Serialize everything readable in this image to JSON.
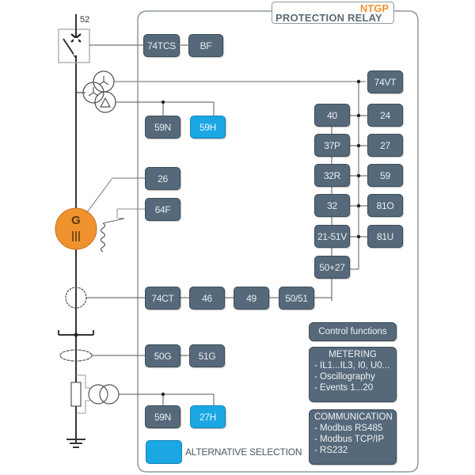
{
  "title": {
    "product": "NTGP",
    "subtitle": "PROTECTION RELAY"
  },
  "breaker_label": "52",
  "generator": {
    "label": "G",
    "phase_symbol": "III",
    "color": "#f0922e"
  },
  "colors": {
    "function_block": "#56697a",
    "alternative_block": "#1ba6e4",
    "title_accent": "#f0922e",
    "title_main": "#5a6b78"
  },
  "functions": {
    "f74tcs": "74TCS",
    "fbf": "BF",
    "f74vt": "74VT",
    "f59n_top": "59N",
    "f59h": "59H",
    "f40": "40",
    "f24": "24",
    "f37p": "37P",
    "f27": "27",
    "f32r": "32R",
    "f59": "59",
    "f32": "32",
    "f81o": "81O",
    "f2151v": "21-51V",
    "f81u": "81U",
    "f5027": "50+27",
    "f26": "26",
    "f64f": "64F",
    "f74ct": "74CT",
    "f46": "46",
    "f49": "49",
    "f5051": "50/51",
    "f50g": "50G",
    "f51g": "51G",
    "f59n_bottom": "59N",
    "f27h": "27H"
  },
  "control_functions": "Control functions",
  "metering": {
    "header": "METERING",
    "items": [
      "- IL1...IL3, I0, U0...",
      "- Oscillography",
      "- Events 1...20"
    ]
  },
  "communication": {
    "header": "COMMUNICATION",
    "items": [
      "- Modbus RS485",
      "- Modbus TCP/IP",
      "- RS232"
    ]
  },
  "legend": {
    "alternative_selection": "ALTERNATIVE SELECTION"
  }
}
